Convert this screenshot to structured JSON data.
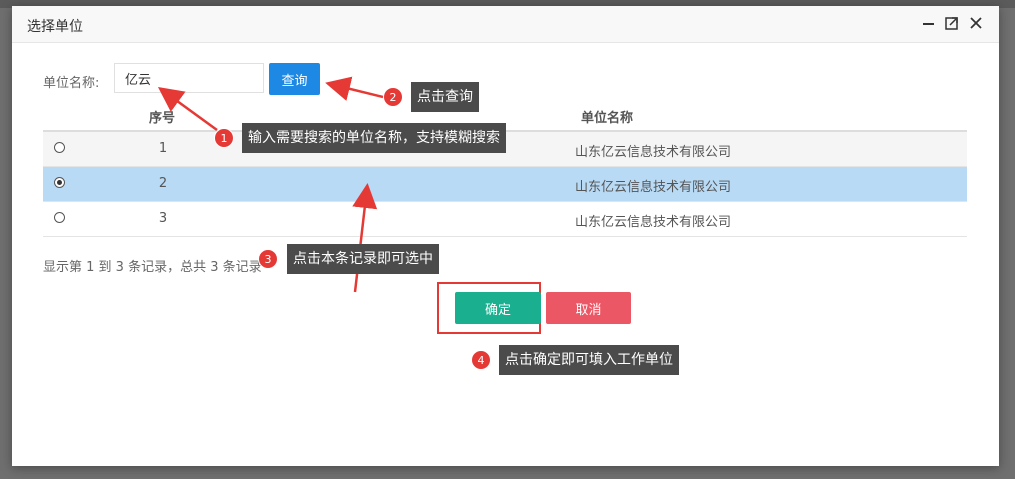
{
  "dialog": {
    "title": "选择单位"
  },
  "search": {
    "label": "单位名称:",
    "value": "亿云",
    "query_label": "查询"
  },
  "table": {
    "headers": {
      "no": "序号",
      "name": "单位名称"
    },
    "rows": [
      {
        "no": "1",
        "name": "山东亿云信息技术有限公司",
        "selected": false
      },
      {
        "no": "2",
        "name": "山东亿云信息技术有限公司",
        "selected": true
      },
      {
        "no": "3",
        "name": "山东亿云信息技术有限公司",
        "selected": false
      }
    ]
  },
  "summary": "显示第 1 到 3 条记录，总共 3 条记录",
  "actions": {
    "ok_label": "确定",
    "cancel_label": "取消"
  },
  "annotations": [
    {
      "num": "1",
      "text": "输入需要搜索的单位名称，支持模糊搜索"
    },
    {
      "num": "2",
      "text": "点击查询"
    },
    {
      "num": "3",
      "text": "点击本条记录即可选中"
    },
    {
      "num": "4",
      "text": "点击确定即可填入工作单位"
    }
  ],
  "colors": {
    "query_button": "#1e88e5",
    "ok_button": "#1aaf8f",
    "cancel_button": "#ec5765",
    "selected_row": "#b8daf5",
    "annotation_red": "#e53935",
    "tooltip_bg": "#4b4b4b"
  },
  "icons": [
    "minimize-icon",
    "maximize-icon",
    "close-icon"
  ]
}
